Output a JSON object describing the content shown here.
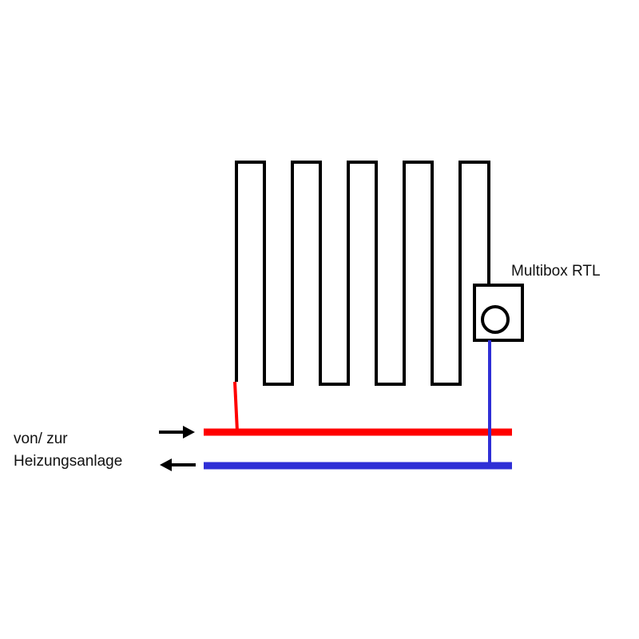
{
  "labels": {
    "device": "Multibox RTL",
    "connection_line1": "von/ zur",
    "connection_line2": "Heizungsanlage"
  },
  "colors": {
    "radiator": "#000000",
    "flow_pipe": "#ff0000",
    "return_pipe": "#2f2fd6",
    "background": "#ffffff"
  },
  "flow_directions": {
    "upper_pipe": "inflow",
    "lower_pipe": "outflow"
  }
}
